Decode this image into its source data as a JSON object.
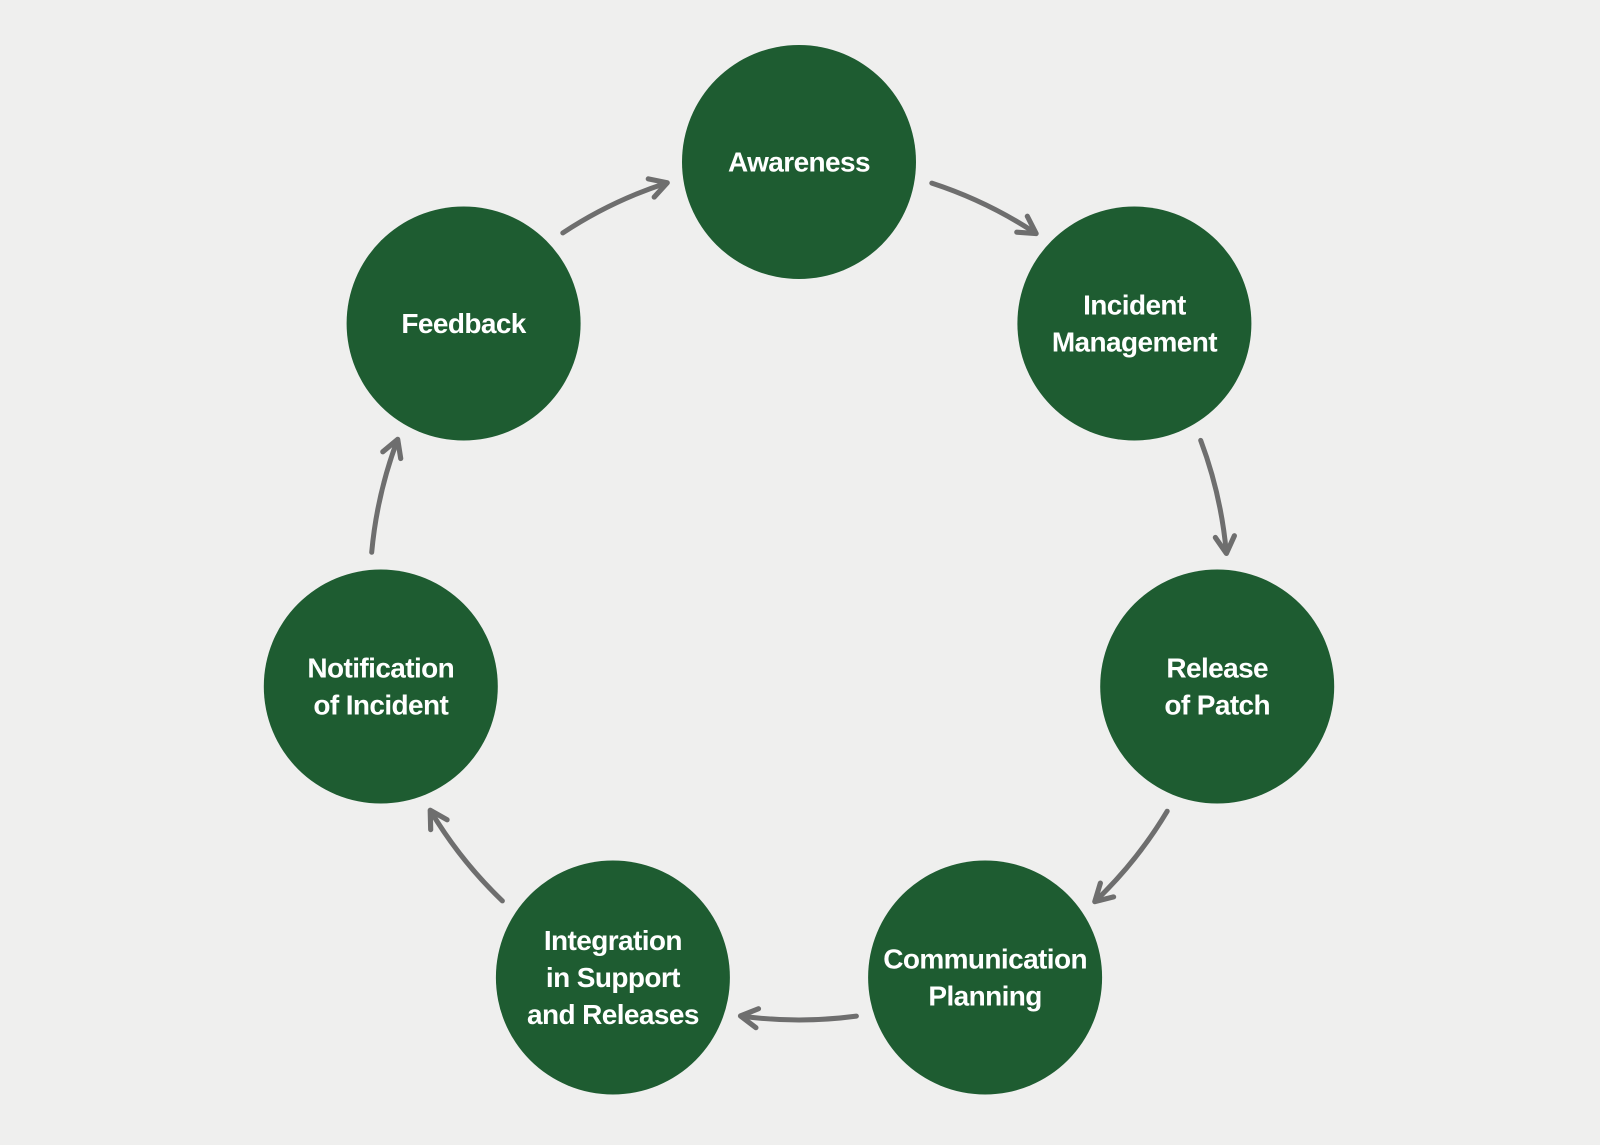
{
  "diagram": {
    "type": "cycle",
    "background": "#efefee",
    "node_color": "#1e5c31",
    "text_color": "#ffffff",
    "arrow_color": "#6e6e6e",
    "flow": "clockwise",
    "nodes": [
      {
        "label": "Awareness",
        "lines": [
          "Awareness"
        ]
      },
      {
        "label": "Incident Management",
        "lines": [
          "Incident",
          "Management"
        ]
      },
      {
        "label": "Release of Patch",
        "lines": [
          "Release",
          "of Patch"
        ]
      },
      {
        "label": "Communication Planning",
        "lines": [
          "Communication",
          "Planning"
        ]
      },
      {
        "label": "Integration in Support and Releases",
        "lines": [
          "Integration",
          "in Support",
          "and Releases"
        ]
      },
      {
        "label": "Notification of Incident",
        "lines": [
          "Notification",
          "of Incident"
        ]
      },
      {
        "label": "Feedback",
        "lines": [
          "Feedback"
        ]
      }
    ],
    "edges": [
      [
        "Awareness",
        "Incident Management"
      ],
      [
        "Incident Management",
        "Release of Patch"
      ],
      [
        "Release of Patch",
        "Communication Planning"
      ],
      [
        "Communication Planning",
        "Integration in Support and Releases"
      ],
      [
        "Integration in Support and Releases",
        "Notification of Incident"
      ],
      [
        "Notification of Incident",
        "Feedback"
      ],
      [
        "Feedback",
        "Awareness"
      ]
    ]
  }
}
